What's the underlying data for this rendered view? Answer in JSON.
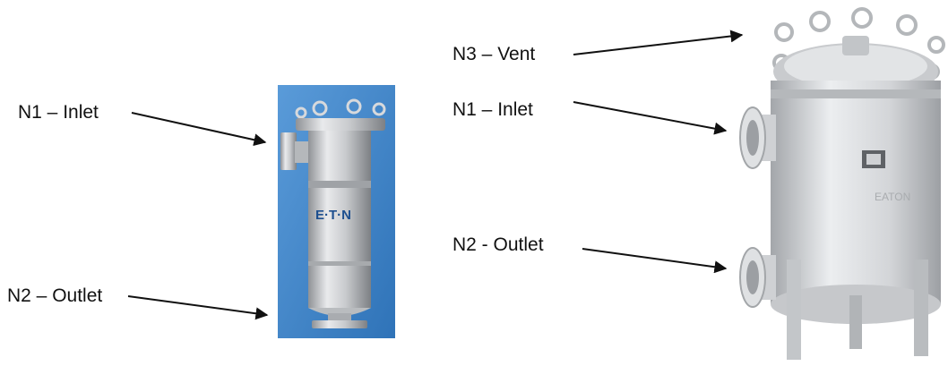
{
  "left_filter": {
    "labels": {
      "inlet": "N1 – Inlet",
      "outlet": "N2 – Outlet"
    },
    "brand": "E·T·N",
    "background_color": "#3f86cc"
  },
  "right_filter": {
    "labels": {
      "vent": "N3 – Vent",
      "inlet": "N1 – Inlet",
      "outlet": "N2 - Outlet"
    },
    "brand": "EATON"
  }
}
